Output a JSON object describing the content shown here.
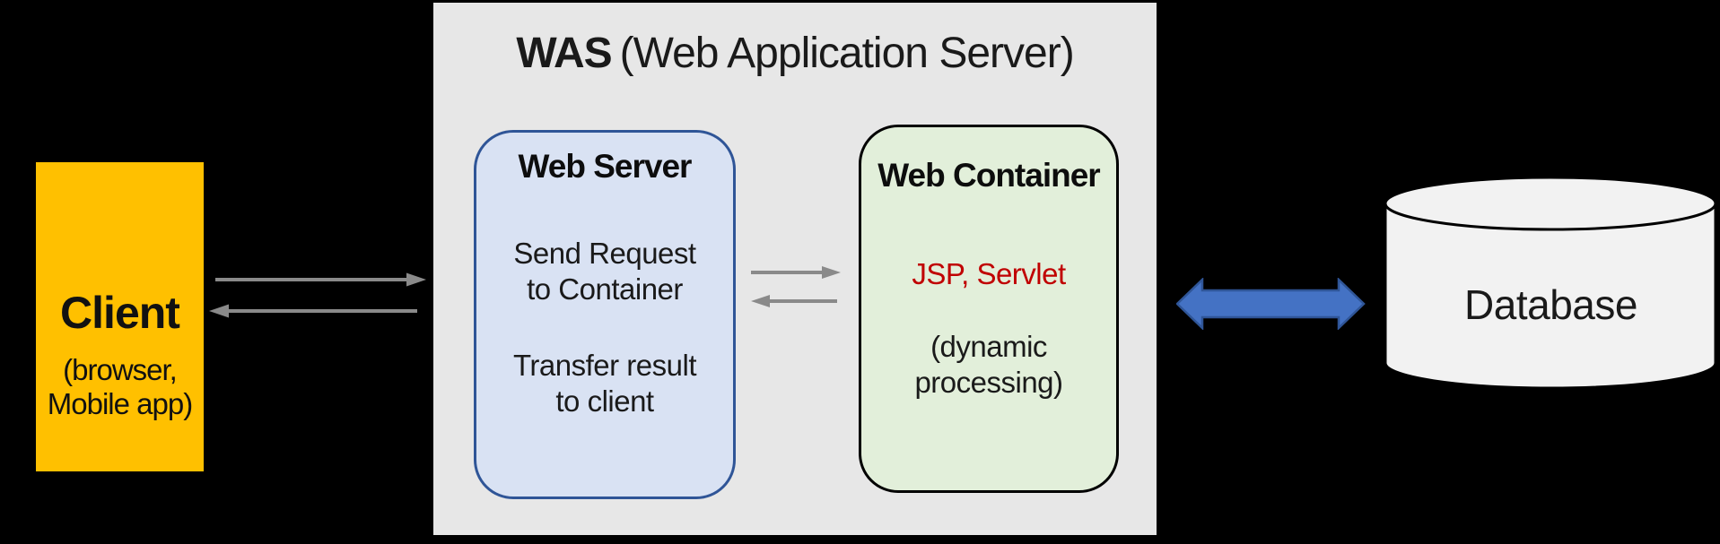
{
  "background": "#000000",
  "client": {
    "title": "Client",
    "subtitle_line1": "(browser,",
    "subtitle_line2": "Mobile app)",
    "fill": "#FFC000",
    "text_color": "#000000"
  },
  "was": {
    "title_primary": "WAS",
    "title_secondary": "(Web Application Server)",
    "fill": "#E7E7E7"
  },
  "web_server": {
    "title": "Web Server",
    "note1_line1": "Send Request",
    "note1_line2": "to Container",
    "note2_line1": "Transfer result",
    "note2_line2": "to client",
    "fill": "#D9E2F3",
    "border": "#2F5597"
  },
  "web_container": {
    "title": "Web Container",
    "tech_label": "JSP, Servlet",
    "tech_color": "#C00000",
    "note_line1": "(dynamic",
    "note_line2": "processing)",
    "fill": "#E2EFDA",
    "border": "#000000"
  },
  "database": {
    "label": "Database",
    "fill": "#F2F2F2",
    "border": "#000000"
  },
  "arrows": {
    "gray": "#8A8A8A",
    "blue_fill": "#4472C4",
    "blue_border": "#2F5597"
  }
}
